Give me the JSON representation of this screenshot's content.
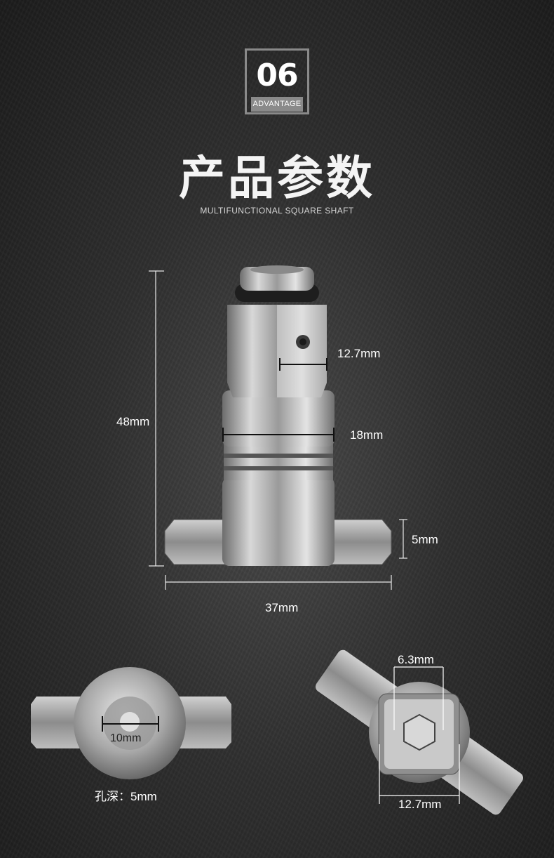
{
  "badge": {
    "number": "06",
    "label": "ADVANTAGE"
  },
  "title": "产品参数",
  "subtitle": "MULTIFUNCTIONAL SQUARE SHAFT",
  "dimensions": {
    "square_drive": "12.7mm",
    "body_diameter": "18mm",
    "total_height": "48mm",
    "flange_thickness": "5mm",
    "flange_width": "37mm",
    "bottom_hole": "10mm",
    "hole_depth": "孔深：5mm",
    "hex_socket": "6.3mm",
    "end_square": "12.7mm"
  },
  "colors": {
    "background": "#2f2f2f",
    "badge_border": "#8a8a8a",
    "metal": "#b8b8b8"
  }
}
